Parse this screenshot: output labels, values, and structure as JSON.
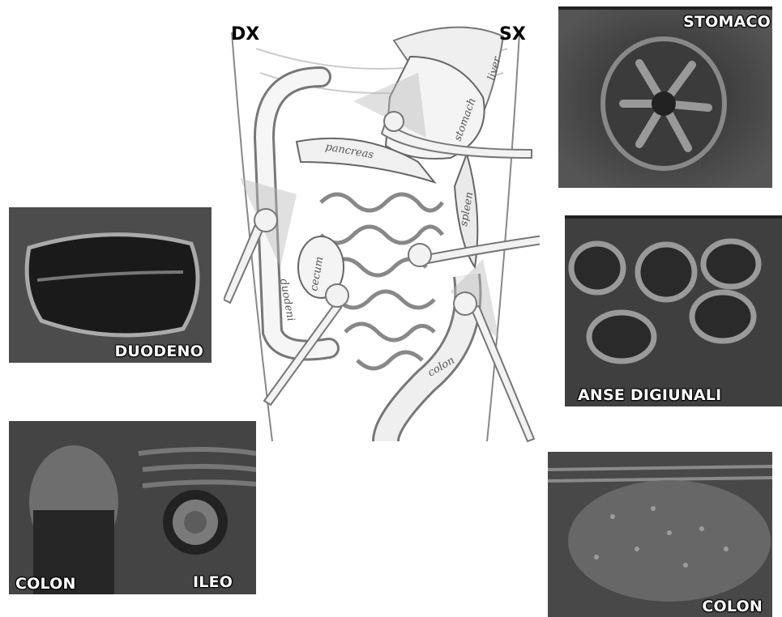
{
  "orientation": {
    "right_side": "DX",
    "left_side": "SX"
  },
  "diagram_labels": {
    "liver": "liver",
    "stomach": "stomach",
    "pancreas": "pancreas",
    "spleen": "spleen",
    "cecum": "cecum",
    "duodenum": "duodeni",
    "colon": "colon"
  },
  "panels": {
    "stomaco": "STOMACO",
    "duodeno": "DUODENO",
    "anse_digiunali": "ANSE DIGIUNALI",
    "colon_left": "COLON",
    "ileo": "ILEO",
    "colon_right": "COLON"
  },
  "colors": {
    "ultrasound_dark": "#1c1c1c",
    "ultrasound_mid": "#5a5a5a",
    "label": "#ffffff"
  }
}
